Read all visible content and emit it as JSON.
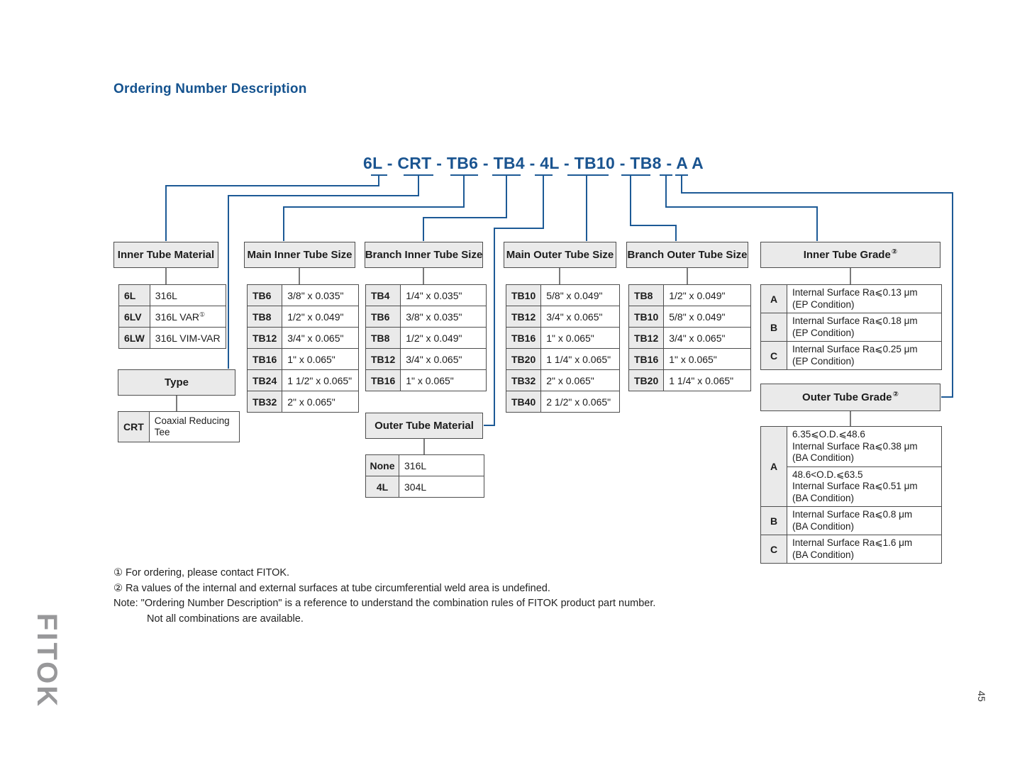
{
  "title": "Ordering Number Description",
  "part_number": "6L - CRT - TB6 - TB4 - 4L - TB10 - TB8 - A A",
  "brand_logo": "FITOK",
  "page_number": "45",
  "colors": {
    "accent_blue": "#1a5490",
    "line_blue": "#1d5a96",
    "box_fill": "#eaeaea",
    "box_border": "#4d4d4d",
    "logo_gray": "#98989a"
  },
  "groups": {
    "inner_tube_material": {
      "header": "Inner Tube Material",
      "rows": [
        {
          "code": "6L",
          "value": "316L"
        },
        {
          "code": "6LV",
          "value": "316L VAR",
          "sup": "①"
        },
        {
          "code": "6LW",
          "value": "316L VIM-VAR"
        }
      ]
    },
    "type": {
      "header": "Type",
      "rows": [
        {
          "code": "CRT",
          "value": "Coaxial Reducing Tee"
        }
      ]
    },
    "main_inner_tube_size": {
      "header": "Main Inner Tube Size",
      "rows": [
        {
          "code": "TB6",
          "value": "3/8\" x 0.035\""
        },
        {
          "code": "TB8",
          "value": "1/2\" x 0.049\""
        },
        {
          "code": "TB12",
          "value": "3/4\" x 0.065\""
        },
        {
          "code": "TB16",
          "value": "1\" x 0.065\""
        },
        {
          "code": "TB24",
          "value": "1 1/2\" x 0.065\""
        },
        {
          "code": "TB32",
          "value": "2\" x 0.065\""
        }
      ]
    },
    "branch_inner_tube_size": {
      "header": "Branch Inner Tube Size",
      "rows": [
        {
          "code": "TB4",
          "value": "1/4\" x 0.035\""
        },
        {
          "code": "TB6",
          "value": "3/8\" x 0.035\""
        },
        {
          "code": "TB8",
          "value": "1/2\" x 0.049\""
        },
        {
          "code": "TB12",
          "value": "3/4\" x 0.065\""
        },
        {
          "code": "TB16",
          "value": "1\" x 0.065\""
        }
      ]
    },
    "outer_tube_material": {
      "header": "Outer Tube Material",
      "rows": [
        {
          "code": "None",
          "value": "316L"
        },
        {
          "code": "4L",
          "value": "304L"
        }
      ]
    },
    "main_outer_tube_size": {
      "header": "Main Outer Tube Size",
      "rows": [
        {
          "code": "TB10",
          "value": "5/8\" x 0.049\""
        },
        {
          "code": "TB12",
          "value": "3/4\" x 0.065\""
        },
        {
          "code": "TB16",
          "value": "1\" x 0.065\""
        },
        {
          "code": "TB20",
          "value": "1 1/4\" x 0.065\""
        },
        {
          "code": "TB32",
          "value": "2\" x 0.065\""
        },
        {
          "code": "TB40",
          "value": "2 1/2\" x 0.065\""
        }
      ]
    },
    "branch_outer_tube_size": {
      "header": "Branch Outer Tube Size",
      "rows": [
        {
          "code": "TB8",
          "value": "1/2\" x 0.049\""
        },
        {
          "code": "TB10",
          "value": "5/8\" x 0.049\""
        },
        {
          "code": "TB12",
          "value": "3/4\" x 0.065\""
        },
        {
          "code": "TB16",
          "value": "1\" x 0.065\""
        },
        {
          "code": "TB20",
          "value": "1 1/4\" x 0.065\""
        }
      ]
    },
    "inner_tube_grade": {
      "header": "Inner Tube Grade",
      "sup": "②",
      "rows": [
        {
          "code": "A",
          "cells": [
            [
              "Internal Surface Ra⩽0.13 μm",
              "(EP Condition)"
            ]
          ]
        },
        {
          "code": "B",
          "cells": [
            [
              "Internal Surface Ra⩽0.18 μm",
              "(EP Condition)"
            ]
          ]
        },
        {
          "code": "C",
          "cells": [
            [
              "Internal Surface Ra⩽0.25 μm",
              "(EP Condition)"
            ]
          ]
        }
      ]
    },
    "outer_tube_grade": {
      "header": "Outer Tube Grade",
      "sup": "②",
      "rows": [
        {
          "code": "A",
          "cells": [
            [
              "6.35⩽O.D.⩽48.6",
              "Internal Surface Ra⩽0.38 μm",
              "(BA Condition)"
            ],
            [
              "48.6<O.D.⩽63.5",
              "Internal Surface Ra⩽0.51 μm",
              "(BA Condition)"
            ]
          ]
        },
        {
          "code": "B",
          "cells": [
            [
              "Internal Surface Ra⩽0.8 μm",
              "(BA Condition)"
            ]
          ]
        },
        {
          "code": "C",
          "cells": [
            [
              "Internal Surface Ra⩽1.6 μm",
              "(BA Condition)"
            ]
          ]
        }
      ]
    }
  },
  "footnotes": {
    "note1": "① For ordering, please contact FITOK.",
    "note2": "② Ra values of the internal and external surfaces at tube circumferential weld area is undefined.",
    "note3": "Note: \"Ordering Number Description\" is a reference to understand the combination rules of FITOK product part number.",
    "note4": "Not all combinations are available."
  }
}
